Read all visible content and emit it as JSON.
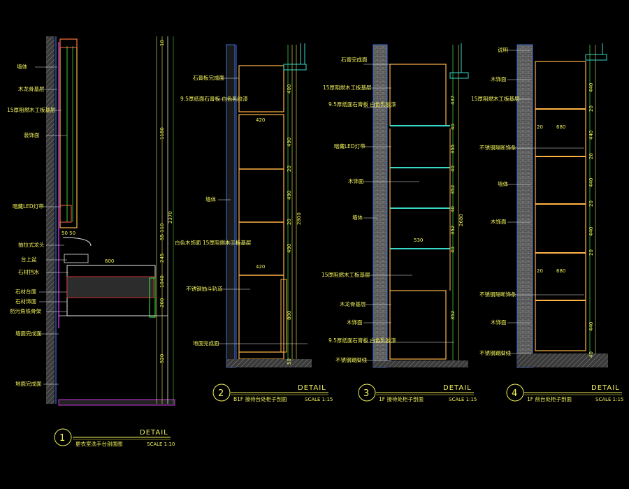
{
  "colors": {
    "background": "#000000",
    "annotation": "#f2f25a",
    "wall_fill": "#7a7a7a",
    "wall_edge": "#3f6fd8",
    "cabinet": "#ffb347",
    "glass": "#39d7c8",
    "outline": "#e8e8e8",
    "magenta": "#c33bd6",
    "green": "#3ccf3c"
  },
  "details": [
    {
      "number": "1",
      "detail_word": "DETAIL",
      "title": "更衣室洗手台剖面图",
      "scale": "SCALE 1:10",
      "labels": [
        "墙体",
        "木龙骨基层",
        "15厚阻燃木工板基层",
        "装饰面",
        "暗藏LED灯带",
        "抽拉式龙头",
        "台上盆",
        "石材挡水",
        "石材台面",
        "石材饰面",
        "防污角铁骨架",
        "墙面完成面",
        "地面完成面"
      ],
      "dims": [
        "10",
        "1180",
        "2370",
        "55 110",
        "245",
        "1040",
        "200",
        "520",
        "600",
        "50 50"
      ]
    },
    {
      "number": "2",
      "detail_word": "DETAIL",
      "title": "B1F 接待台处柜子剖面",
      "scale": "SCALE 1:15",
      "labels": [
        "石膏板完成面",
        "9.5厚纸面石膏板 白色乳胶漆",
        "墙体",
        "白色木饰面 15厚阻燃木工板基层",
        "不锈钢抽斗轨道",
        "地面完成面"
      ],
      "dims": [
        "420",
        "420",
        "400",
        "490",
        "490",
        "490",
        "800",
        "2800",
        "20",
        "20",
        "50"
      ]
    },
    {
      "number": "3",
      "detail_word": "DETAIL",
      "title": "1F 接待处柜子剖面",
      "scale": "SCALE 1:15",
      "labels": [
        "石膏完成面",
        "15厚阻燃木工板基层",
        "9.5厚纸面石膏板 白色乳胶漆",
        "暗藏LED灯带",
        "木饰面",
        "墙体",
        "15厚阻燃木工板基层",
        "木龙骨基层",
        "木饰面",
        "9.5厚纸面石膏板 白色乳胶漆",
        "不锈钢踢脚线"
      ],
      "dims": [
        "530",
        "437",
        "40",
        "355",
        "40",
        "352",
        "40",
        "352",
        "40",
        "352",
        "2680"
      ]
    },
    {
      "number": "4",
      "detail_word": "DETAIL",
      "title": "1F 前台处柜子剖面",
      "scale": "SCALE 1:15",
      "labels": [
        "说明",
        "木饰面",
        "15厚阻燃木工板基层",
        "不锈钢隔断饰条",
        "墙体",
        "木饰面",
        "不锈钢隔断饰条",
        "木饰面",
        "不锈钢踢脚线"
      ],
      "dims": [
        "20",
        "680",
        "20",
        "680",
        "440",
        "20",
        "440",
        "20",
        "440",
        "20",
        "440",
        "20",
        "440",
        "40"
      ]
    }
  ]
}
